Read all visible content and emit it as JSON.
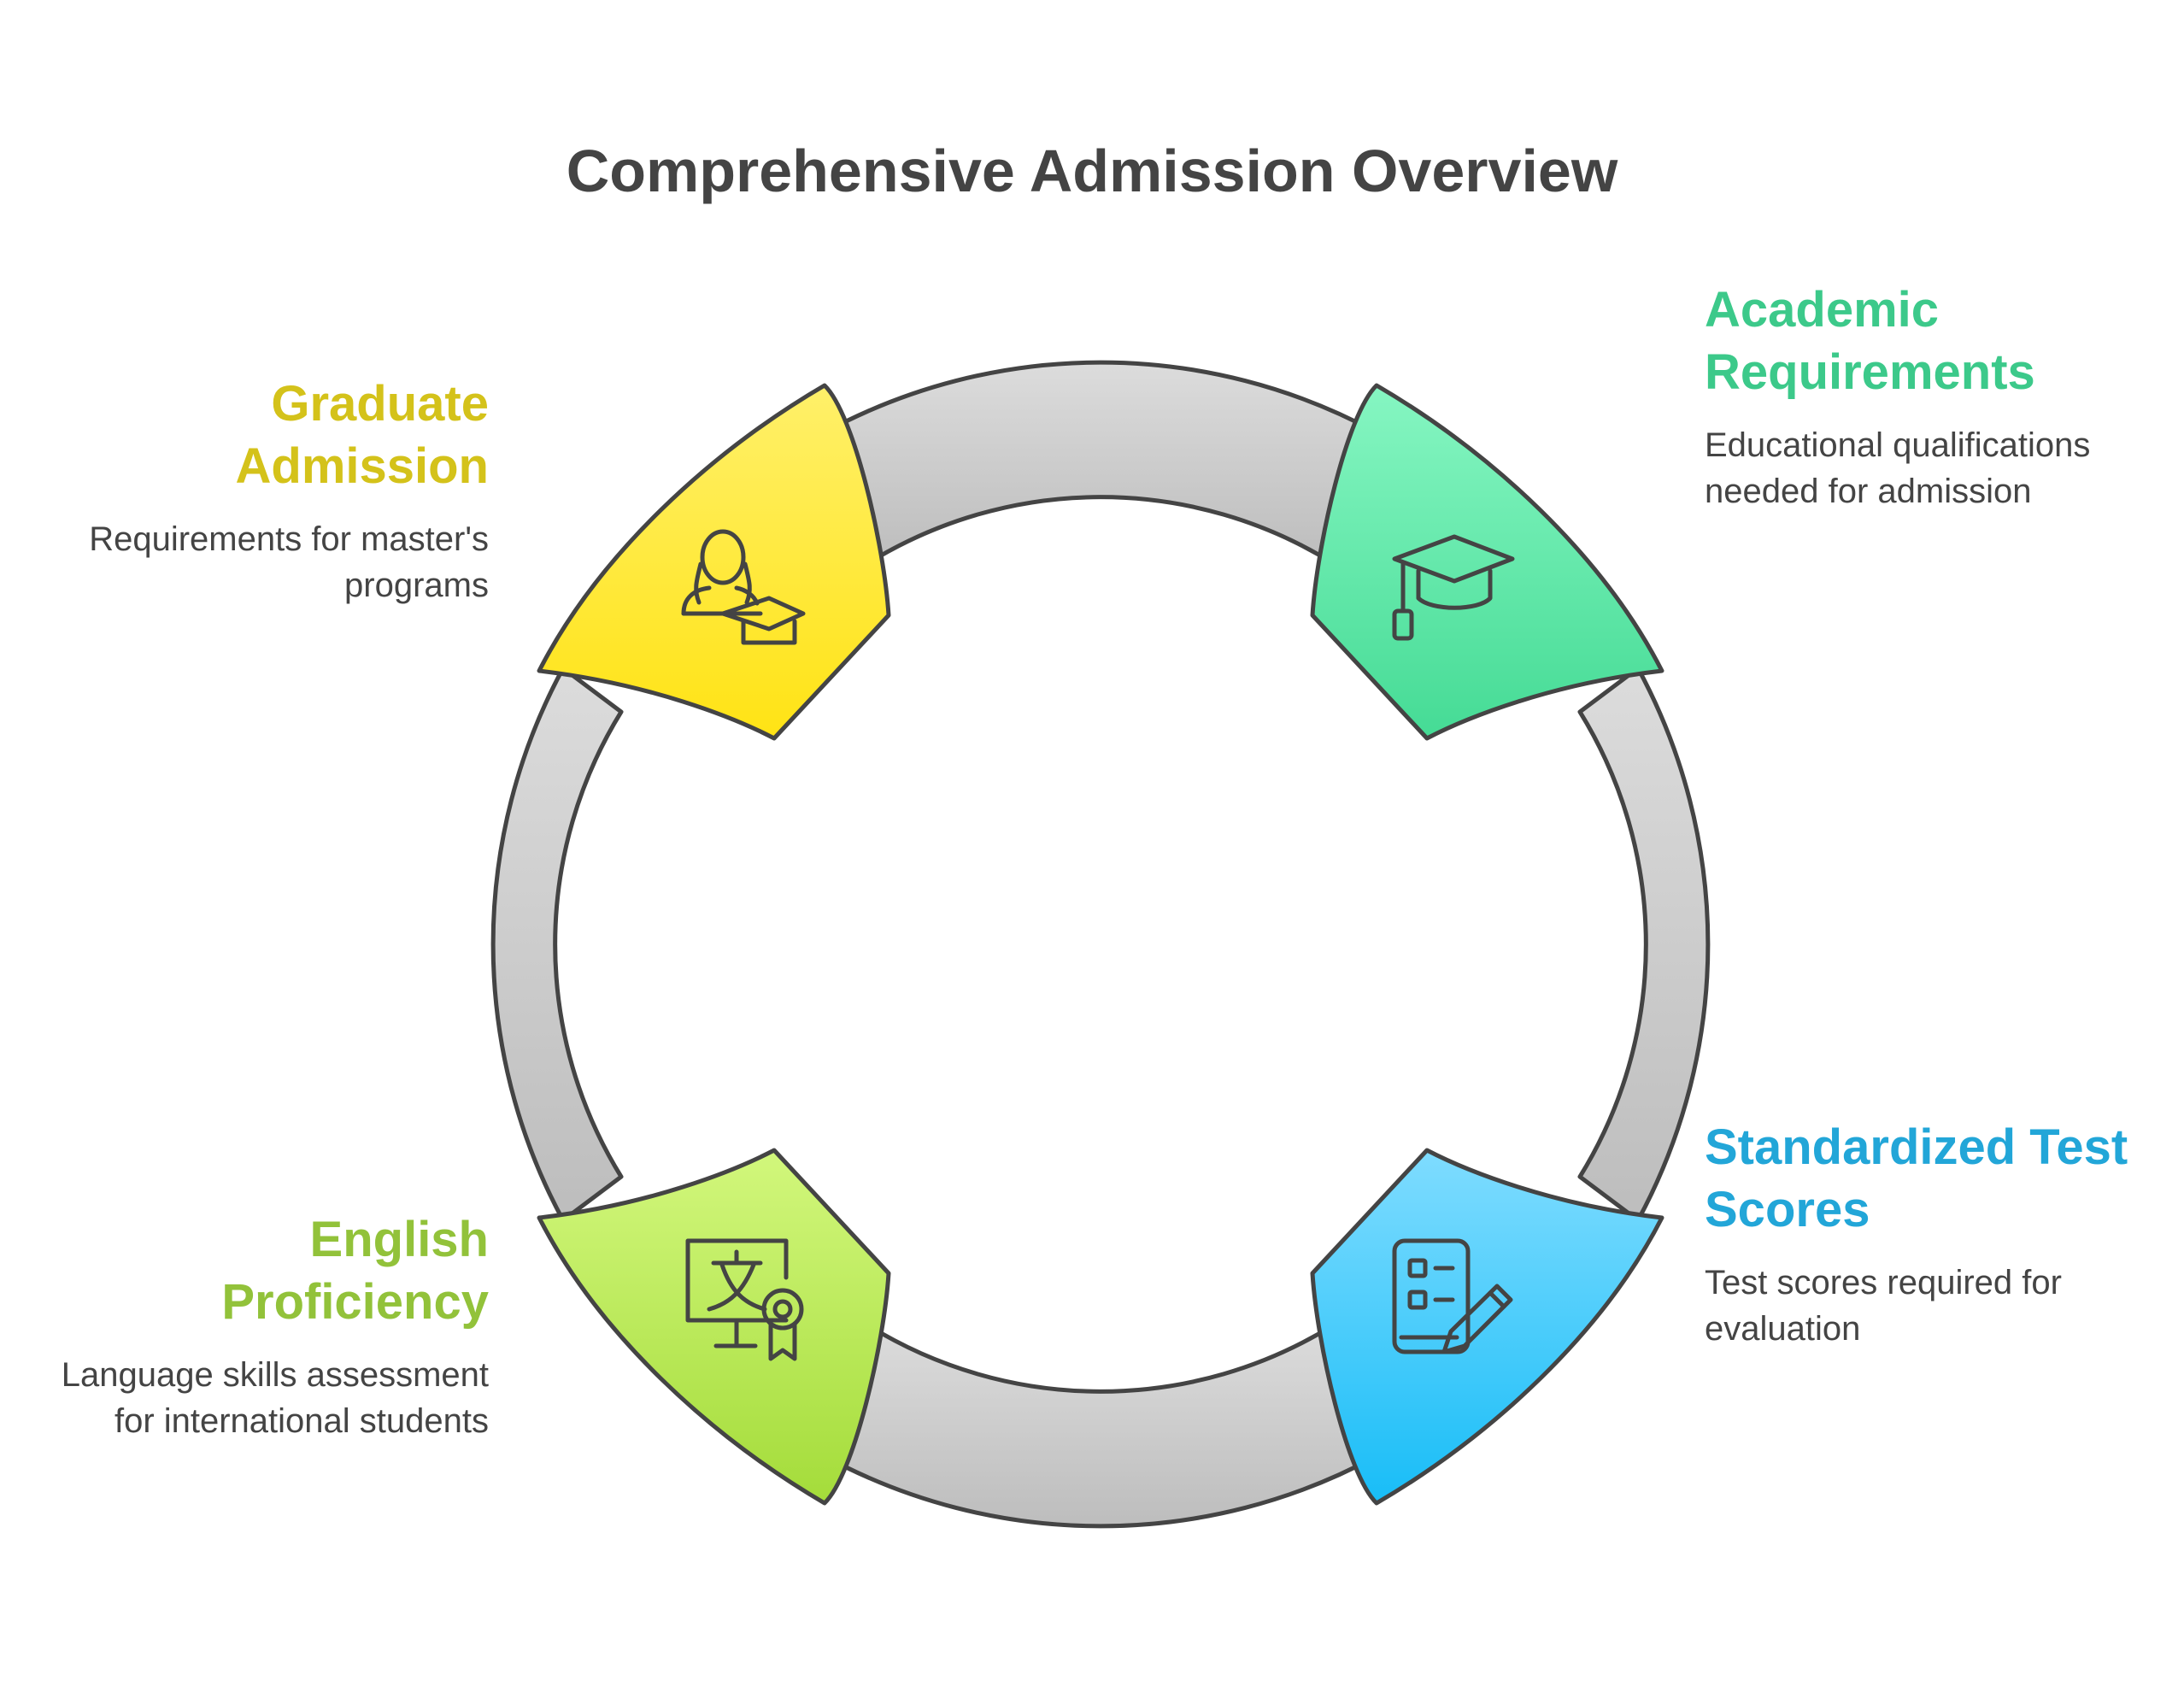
{
  "title": "Comprehensive Admission Overview",
  "colors": {
    "title": "#444444",
    "text": "#444444",
    "outline": "#444444",
    "ring": "#cccccc"
  },
  "stages": [
    {
      "key": "graduate",
      "heading": "Graduate Admission",
      "description": "Requirements for master's programs",
      "color": "#d4c21a",
      "fill_top": "#fff06a",
      "fill_bottom": "#ffe314",
      "icon": "student-graduate-icon"
    },
    {
      "key": "academic",
      "heading": "Academic Requirements",
      "description": "Educational qualifications needed for admission",
      "color": "#3cc98a",
      "fill_top": "#86f6c2",
      "fill_bottom": "#45db95",
      "icon": "graduation-cap-icon"
    },
    {
      "key": "tests",
      "heading": "Standardized Test Scores",
      "description": "Test scores required for evaluation",
      "color": "#22a6d8",
      "fill_top": "#7fdcff",
      "fill_bottom": "#18bdf7",
      "icon": "test-pencil-icon"
    },
    {
      "key": "english",
      "heading": "English Proficiency",
      "description": "Language skills assessment for international students",
      "color": "#92c23a",
      "fill_top": "#d2f77c",
      "fill_bottom": "#a4dc3a",
      "icon": "language-certificate-icon"
    }
  ]
}
